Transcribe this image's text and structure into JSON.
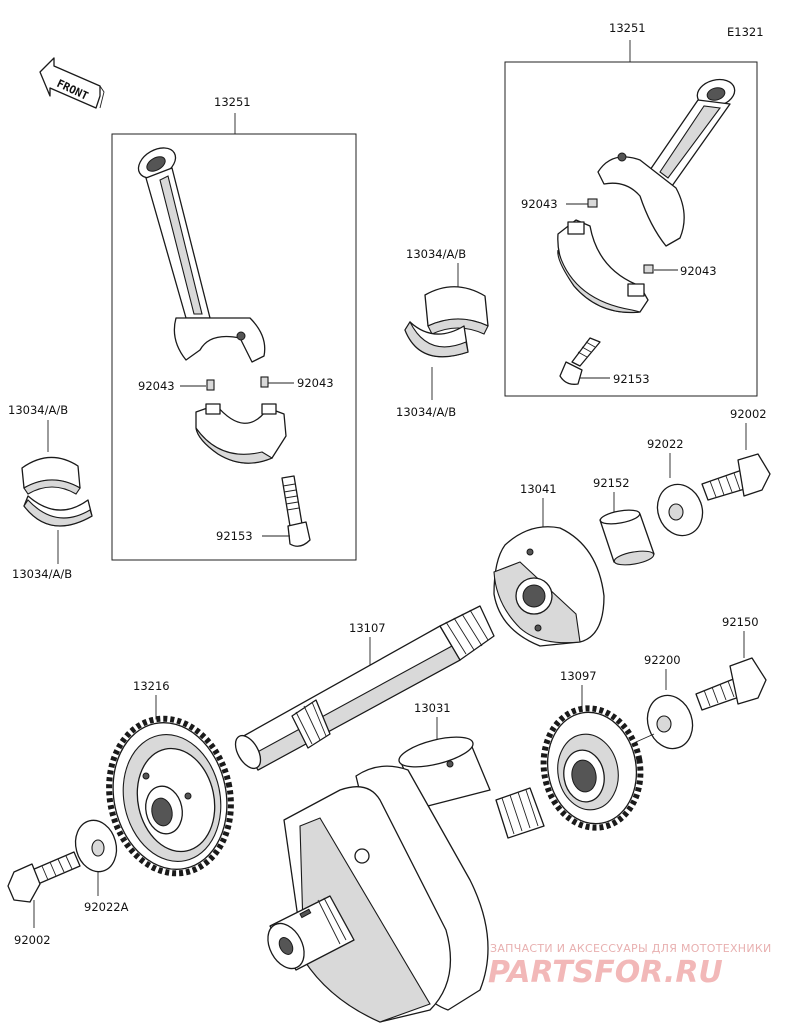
{
  "diagram_code": "E1321",
  "front_label": "FRONT",
  "labels": {
    "rod_left": "13251",
    "rod_right": "13251",
    "dowel_left_a": "92043",
    "dowel_left_b": "92043",
    "dowel_right_a": "92043",
    "dowel_right_b": "92043",
    "bolt_left": "92153",
    "bolt_right": "92153",
    "bearing_center_top": "13034/A/B",
    "bearing_center_bottom": "13034/A/B",
    "bearing_left_top": "13034/A/B",
    "bearing_left_bottom": "13034/A/B",
    "weight": "13041",
    "bushing": "92152",
    "washer_top": "92022",
    "bolt_top": "92002",
    "shaft": "13107",
    "gear_left": "13216",
    "crankshaft": "13031",
    "gear_right": "13097",
    "washer_mid": "92200",
    "bolt_mid": "92150",
    "washer_left": "92022A",
    "bolt_left_bottom": "92002"
  },
  "watermark": {
    "line1": "ЗАПЧАСТИ И АКСЕССУАРЫ ДЛЯ МОТОТЕХНИКИ",
    "line2": "PARTSFOR.RU"
  }
}
